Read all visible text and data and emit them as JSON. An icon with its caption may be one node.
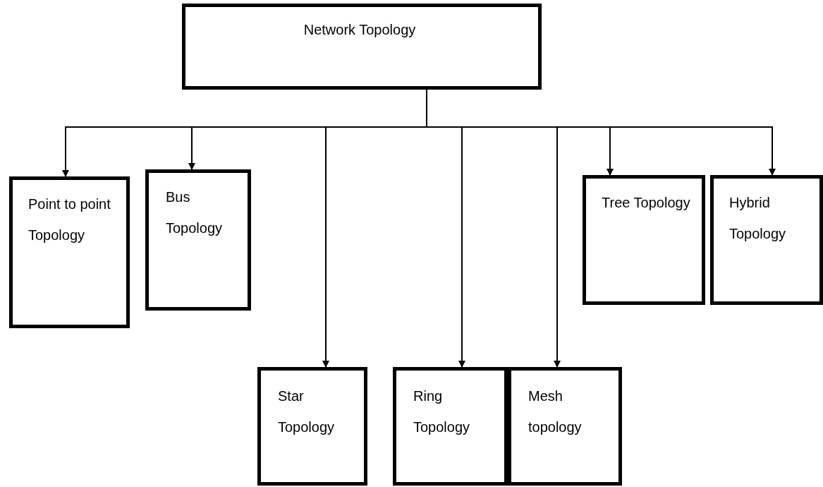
{
  "diagram": {
    "nodes": [
      {
        "text": [
          "Network Topology"
        ]
      },
      {
        "text": [
          "Point to point Topology"
        ]
      },
      {
        "text": [
          "Bus Topology"
        ]
      },
      {
        "text": [
          "Star Topology"
        ]
      },
      {
        "text": [
          "Ring Topology"
        ]
      },
      {
        "text": [
          "Mesh topology"
        ]
      },
      {
        "text": [
          "Tree Topology"
        ]
      },
      {
        "text": [
          "Hybrid Topology"
        ]
      }
    ],
    "edges": [
      {
        "from": 0,
        "to": 1,
        "arrow": "to"
      },
      {
        "from": 0,
        "to": 2,
        "arrow": "to"
      },
      {
        "from": 0,
        "to": 3,
        "arrow": "to"
      },
      {
        "from": 0,
        "to": 4,
        "arrow": "to"
      },
      {
        "from": 0,
        "to": 5,
        "arrow": "to"
      },
      {
        "from": 0,
        "to": 6,
        "arrow": "to"
      },
      {
        "from": 0,
        "to": 7,
        "arrow": "to"
      }
    ]
  }
}
